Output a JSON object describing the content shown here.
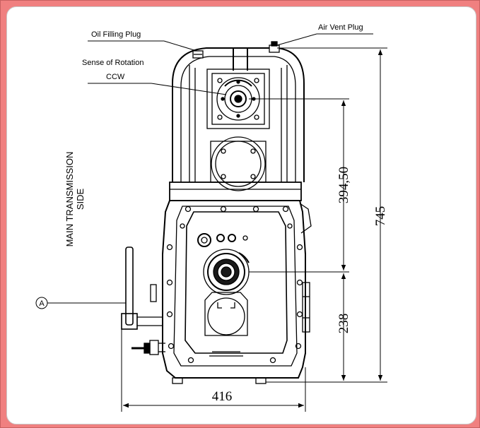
{
  "labels": {
    "oil_filling_plug": "Oil Filling Plug",
    "air_vent_plug": "Air Vent Plug",
    "sense_of_rotation": "Sense of Rotation",
    "rotation_direction": "CCW",
    "side_line1": "MAIN TRANSMISSION",
    "side_line2": "SIDE",
    "callout_a": "A"
  },
  "dimensions": {
    "width": "416",
    "total_height": "745",
    "upper_height": "394,50",
    "lower_height": "238"
  },
  "colors": {
    "frame": "#f08080",
    "line": "#000000",
    "dark_fill": "#1a1a1a"
  }
}
